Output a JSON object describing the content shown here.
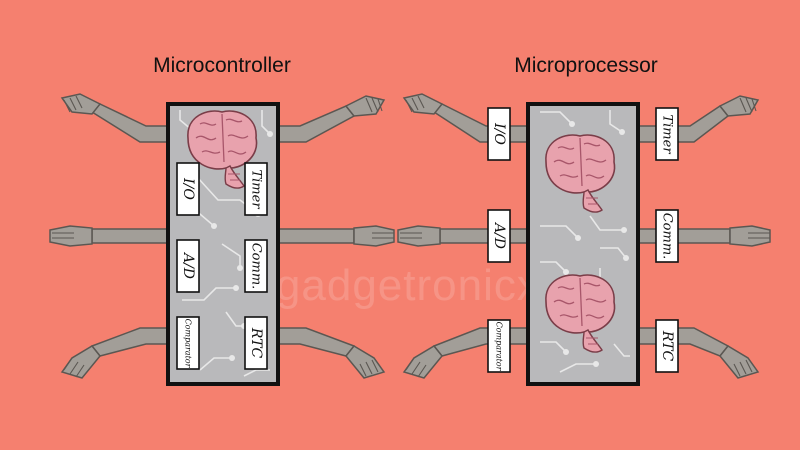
{
  "colors": {
    "background": "#f5806f",
    "chip_fill": "#b9b9bb",
    "chip_border": "#111111",
    "arm": "#a29e98",
    "arm_outline": "#5b5752",
    "brain": "#e8a2ad",
    "trace": "#e8e8e8"
  },
  "microcontroller": {
    "title": "Microcontroller",
    "modules": [
      "I/O",
      "Timer",
      "A/D",
      "Comm.",
      "Comparator",
      "RTC"
    ]
  },
  "microprocessor": {
    "title": "Microprocessor",
    "modules": [
      "I/O",
      "Timer",
      "A/D",
      "Comm.",
      "Comparator",
      "RTC"
    ]
  },
  "watermark": "www.gadgetronicx.com"
}
